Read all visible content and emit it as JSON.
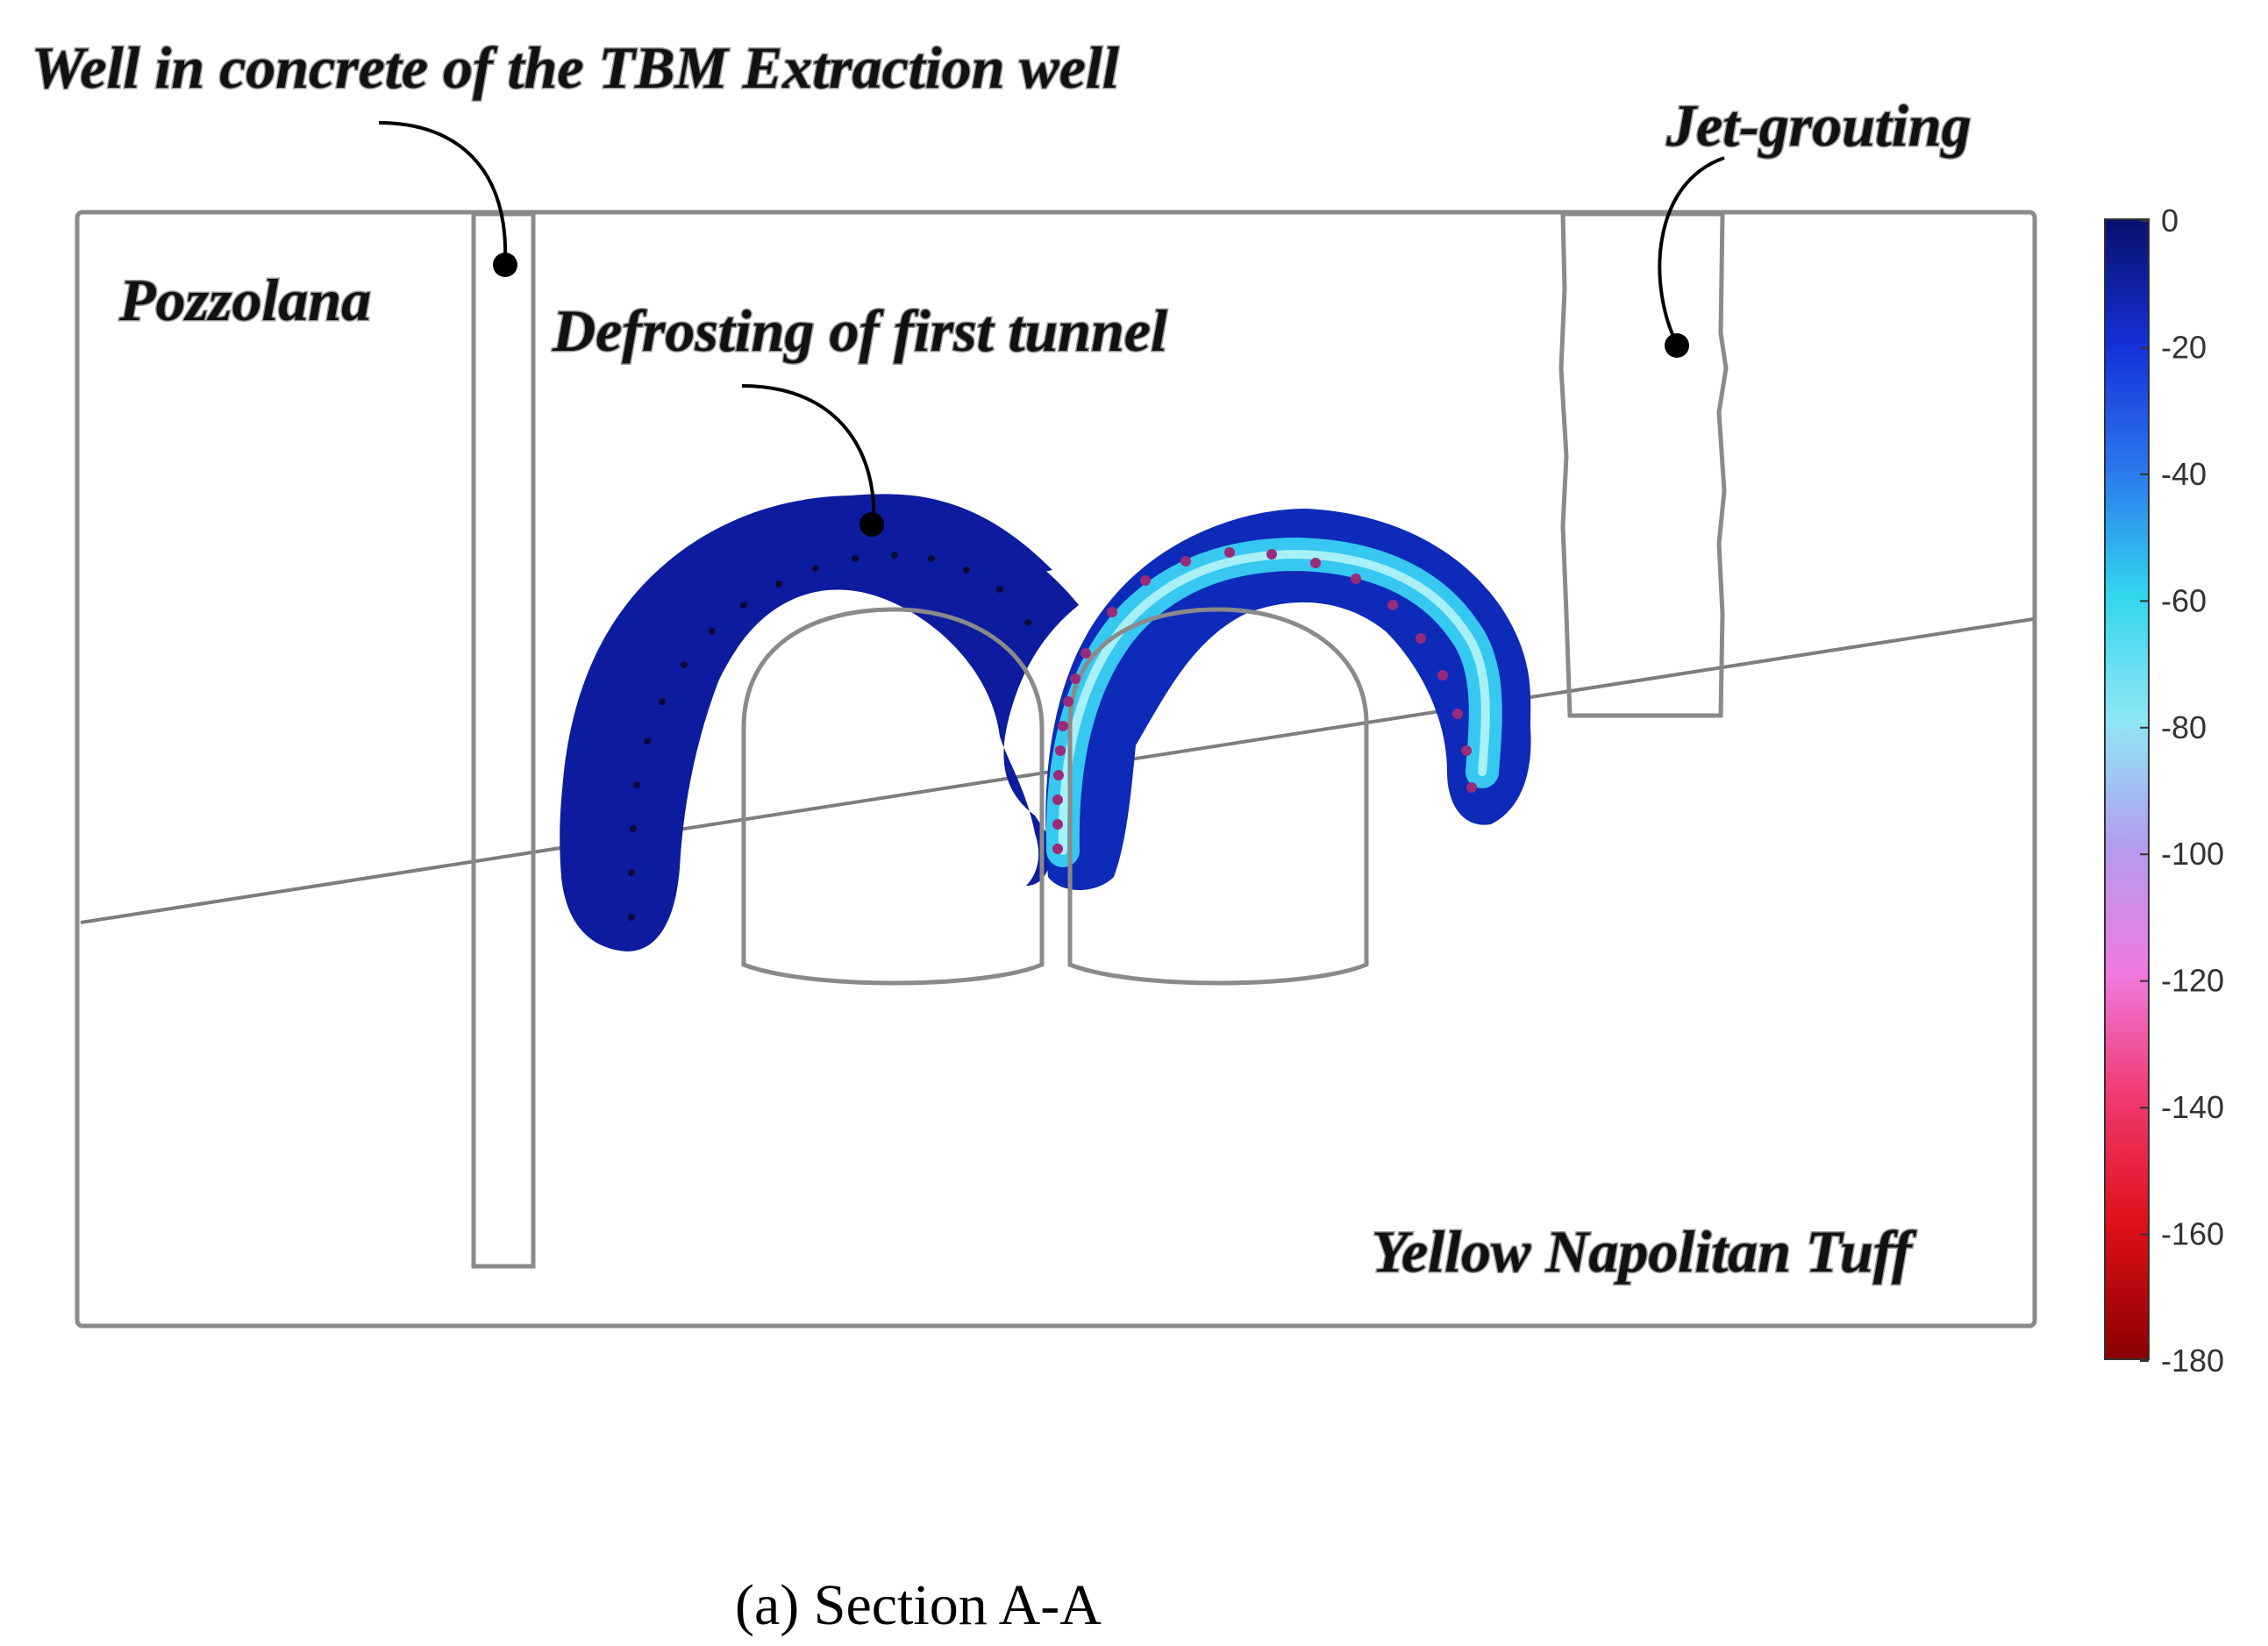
{
  "labels": {
    "well": "Well in concrete of the TBM Extraction well",
    "jet": "Jet-grouting",
    "pozzolana": "Pozzolana",
    "defrost": "Defrosting of first tunnel",
    "tuff": "Yellow Napolitan Tuff"
  },
  "caption": "(a) Section A-A",
  "colorbar": {
    "ticks": [
      "0",
      "-20",
      "-40",
      "-60",
      "-80",
      "-100",
      "-120",
      "-140",
      "-160",
      "-180"
    ],
    "stops": [
      "#0a0f6e",
      "#1530d8",
      "#2b78ee",
      "#32d6ee",
      "#8fe6f4",
      "#b39cf0",
      "#f07ae0",
      "#f03a70",
      "#e0101a",
      "#8a0000"
    ]
  },
  "colors": {
    "frozen_deep": "#0d1c9e",
    "frozen_ring_inner": "#3fe4f5",
    "outline": "#8a8a8a"
  }
}
